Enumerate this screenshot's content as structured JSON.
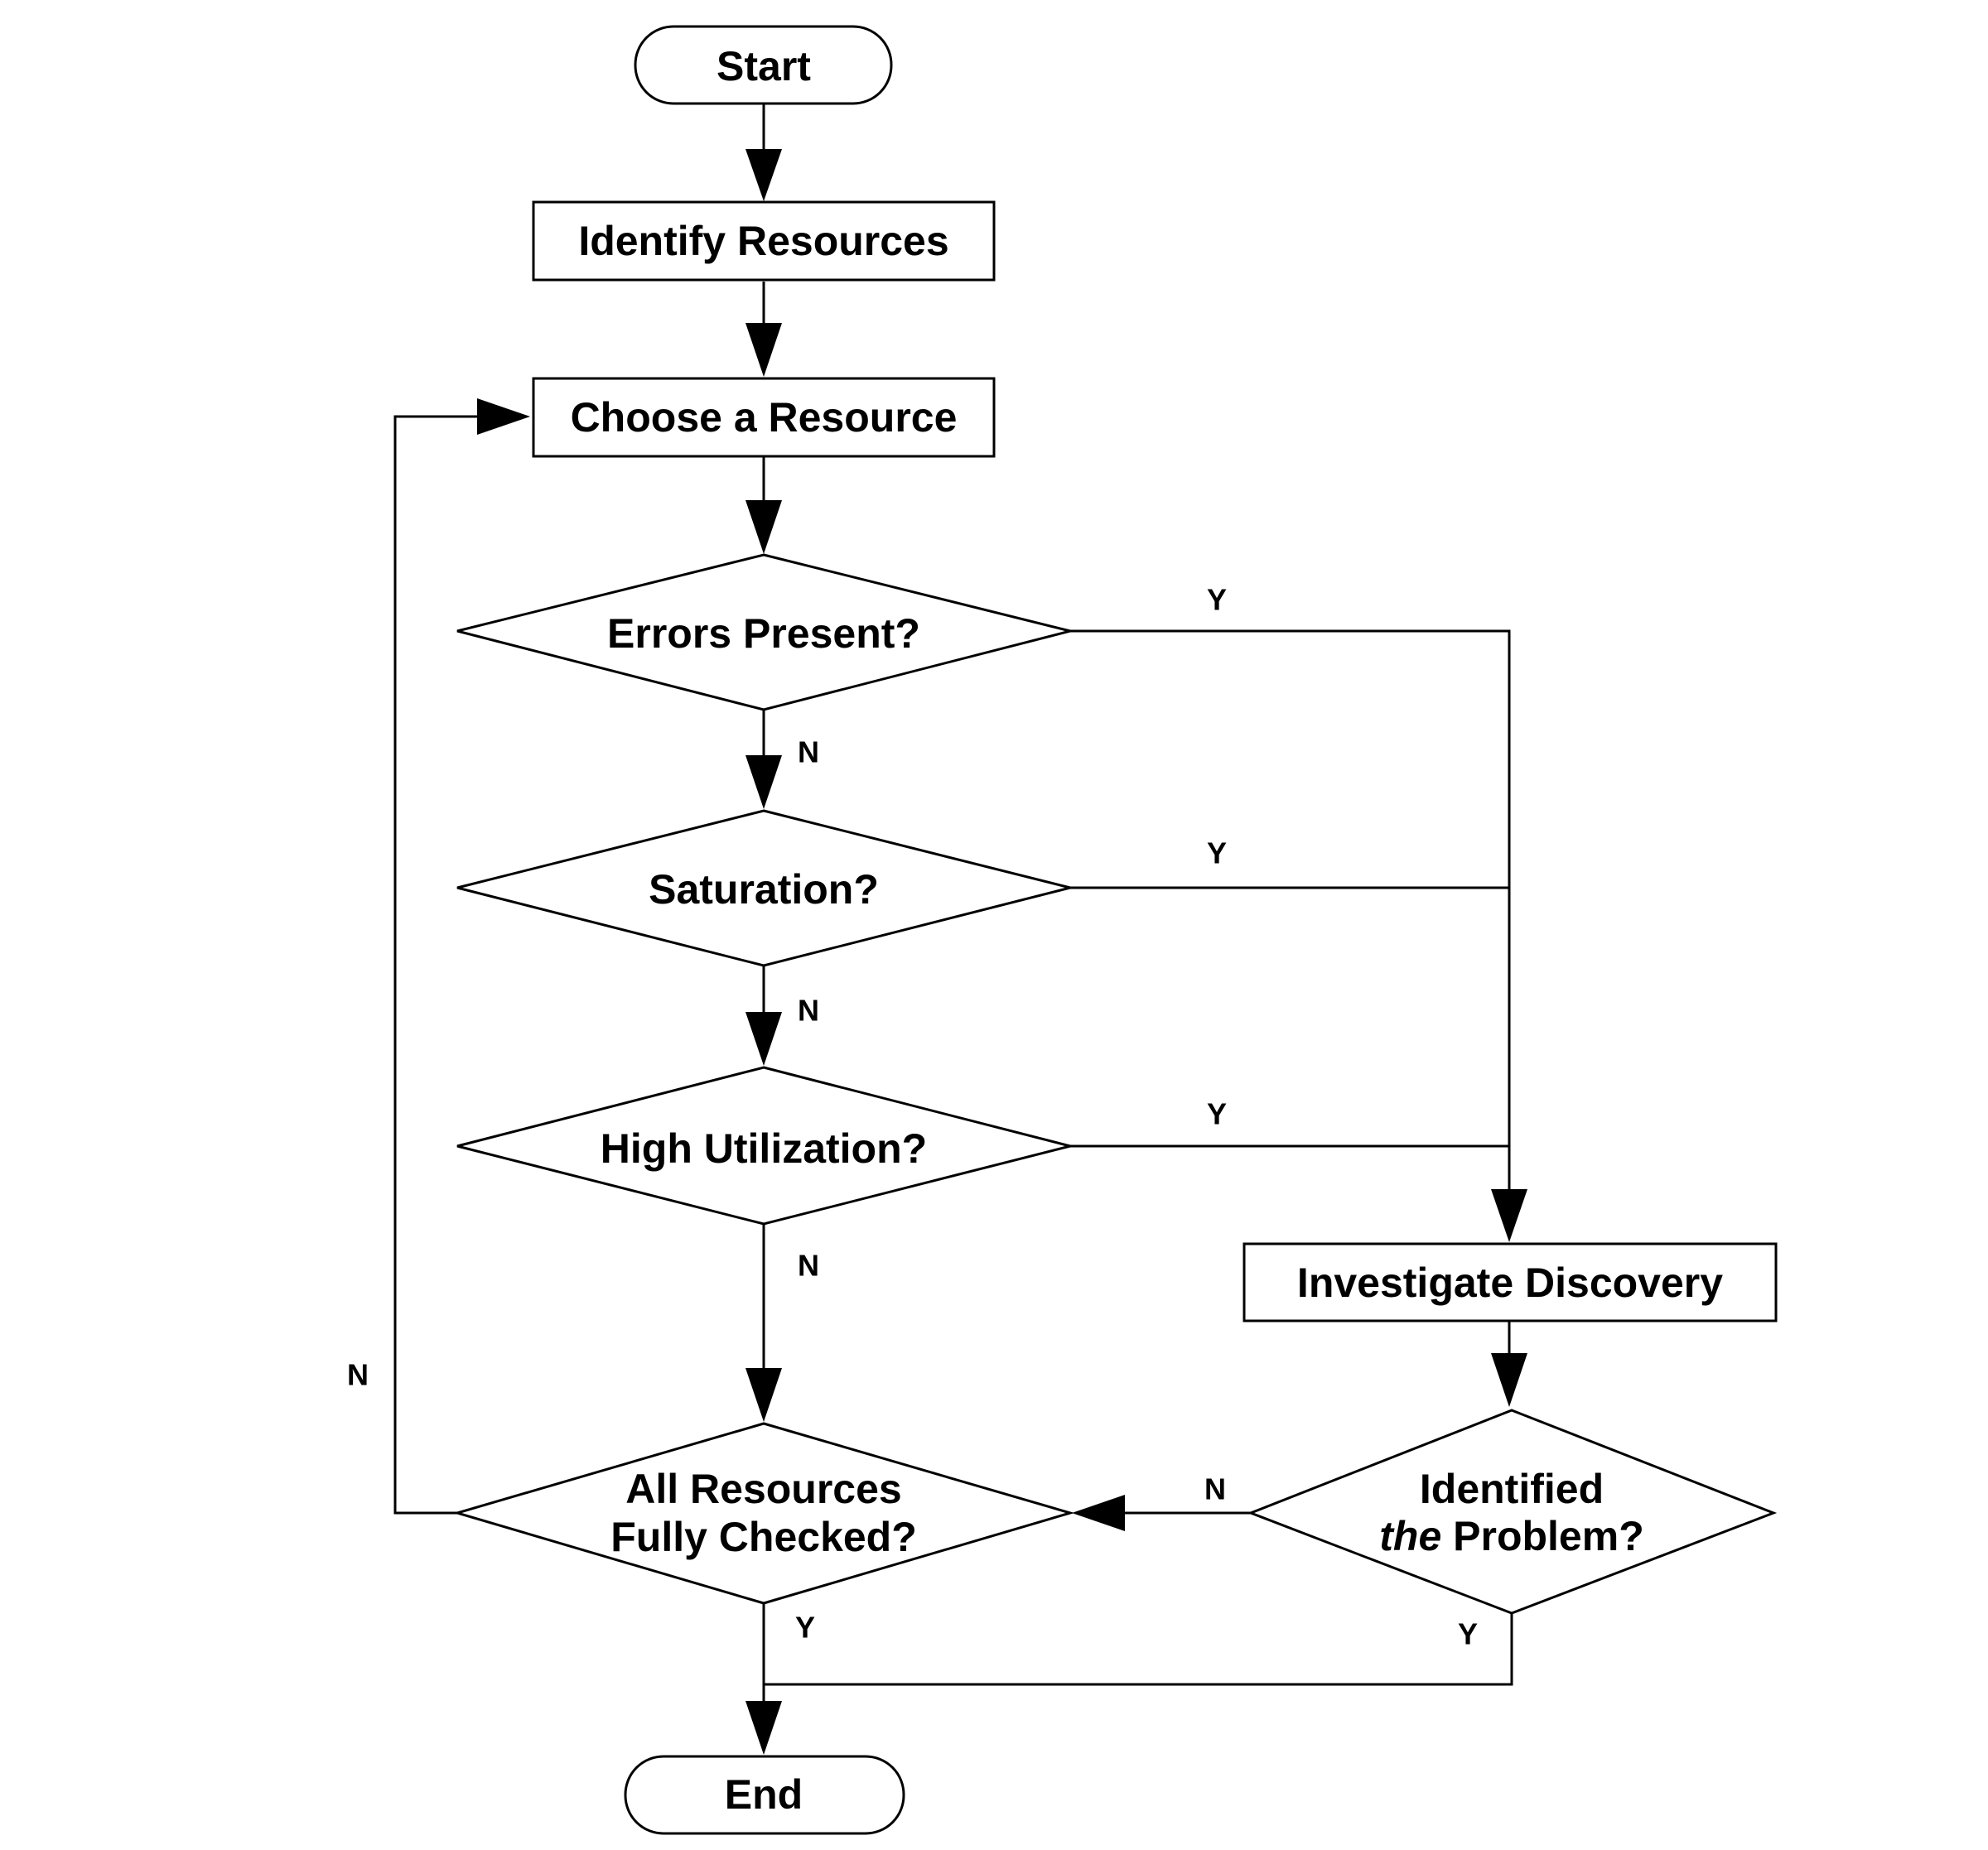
{
  "nodes": {
    "start": "Start",
    "identify_resources": "Identify Resources",
    "choose_resource": "Choose a Resource",
    "errors_present": "Errors Present?",
    "saturation": "Saturation?",
    "high_utilization": "High Utilization?",
    "investigate_discovery": "Investigate Discovery",
    "identified_problem": {
      "line1": "Identified",
      "line2_emphasis": "the",
      "line2_rest": " Problem?"
    },
    "all_checked": {
      "line1": "All Resources",
      "line2": "Fully Checked?"
    },
    "end": "End"
  },
  "edges": {
    "errors_yes": "Y",
    "errors_no": "N",
    "saturation_yes": "Y",
    "saturation_no": "N",
    "utilization_yes": "Y",
    "utilization_no": "N",
    "identified_no": "N",
    "identified_yes": "Y",
    "all_checked_no": "N",
    "all_checked_yes": "Y"
  }
}
